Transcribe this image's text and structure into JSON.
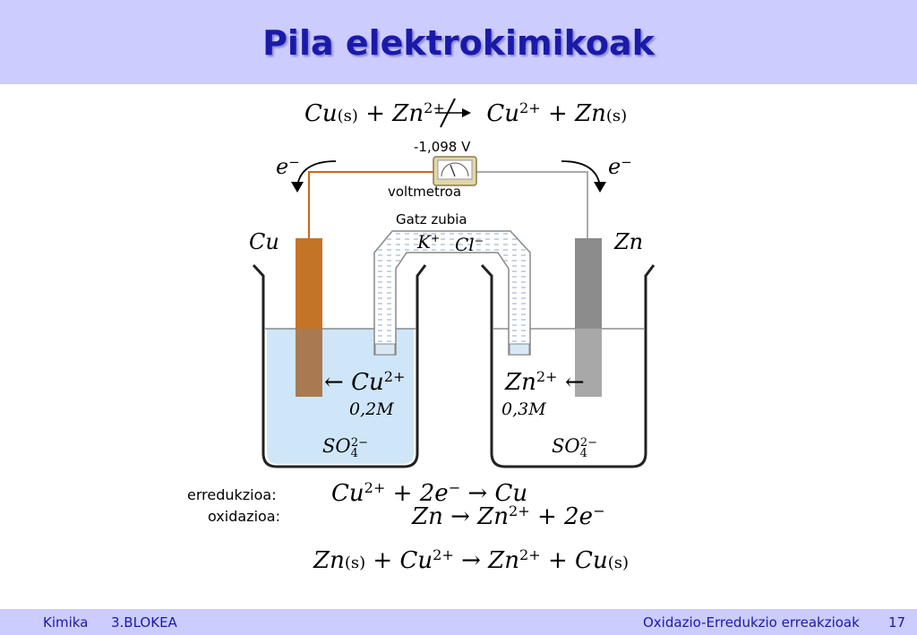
{
  "title": "Pila elektrokimikoak",
  "equation_top": {
    "lhs1": "Cu",
    "lhs1_state": "(s)",
    "plus": "+",
    "lhs2": "Zn",
    "lhs2_charge": "2+",
    "rhs1": "Cu",
    "rhs1_charge": "2+",
    "rhs2": "Zn",
    "rhs2_state": "(s)"
  },
  "voltmeter": {
    "reading": "-1,098 V",
    "label": "voltmetroa"
  },
  "electron": {
    "symbol": "e",
    "charge": "−"
  },
  "salt_bridge": {
    "label": "Gatz zubia",
    "cation": "K",
    "cation_charge": "+",
    "anion": "Cl",
    "anion_charge": "−"
  },
  "left_cell": {
    "electrode": "Cu",
    "ion": "Cu",
    "ion_charge": "2+",
    "conc": "0,2M",
    "anion": "SO",
    "anion_sub": "4",
    "anion_charge": "2−",
    "arrow": "←"
  },
  "right_cell": {
    "electrode": "Zn",
    "ion": "Zn",
    "ion_charge": "2+",
    "conc": "0,3M",
    "anion": "SO",
    "anion_sub": "4",
    "anion_charge": "2−",
    "arrow": "←"
  },
  "reactions": {
    "reduction_label": "erredukzioa:",
    "reduction": {
      "a": "Cu",
      "a_charge": "2+",
      "plus": "+",
      "e": "2e",
      "e_charge": "−",
      "arrow": "→",
      "b": "Cu"
    },
    "oxidation_label": "oxidazioa:",
    "oxidation": {
      "a": "Zn",
      "arrow": "→",
      "b": "Zn",
      "b_charge": "2+",
      "plus": "+",
      "e": "2e",
      "e_charge": "−"
    },
    "overall": {
      "a": "Zn",
      "a_state": "(s)",
      "plus": "+",
      "b": "Cu",
      "b_charge": "2+",
      "arrow": "→",
      "c": "Zn",
      "c_charge": "2+",
      "d": "Cu",
      "d_state": "(s)"
    }
  },
  "footer": {
    "subject": "Kimika",
    "block": "3.BLOKEA",
    "topic": "Oxidazio-Erredukzio erreakzioak",
    "page": "17"
  },
  "colors": {
    "header": "#ccccff",
    "title": "#1a1aaa",
    "copper": "#b87333",
    "zinc": "#8c8c8c",
    "solution": "#cfe6f8"
  }
}
